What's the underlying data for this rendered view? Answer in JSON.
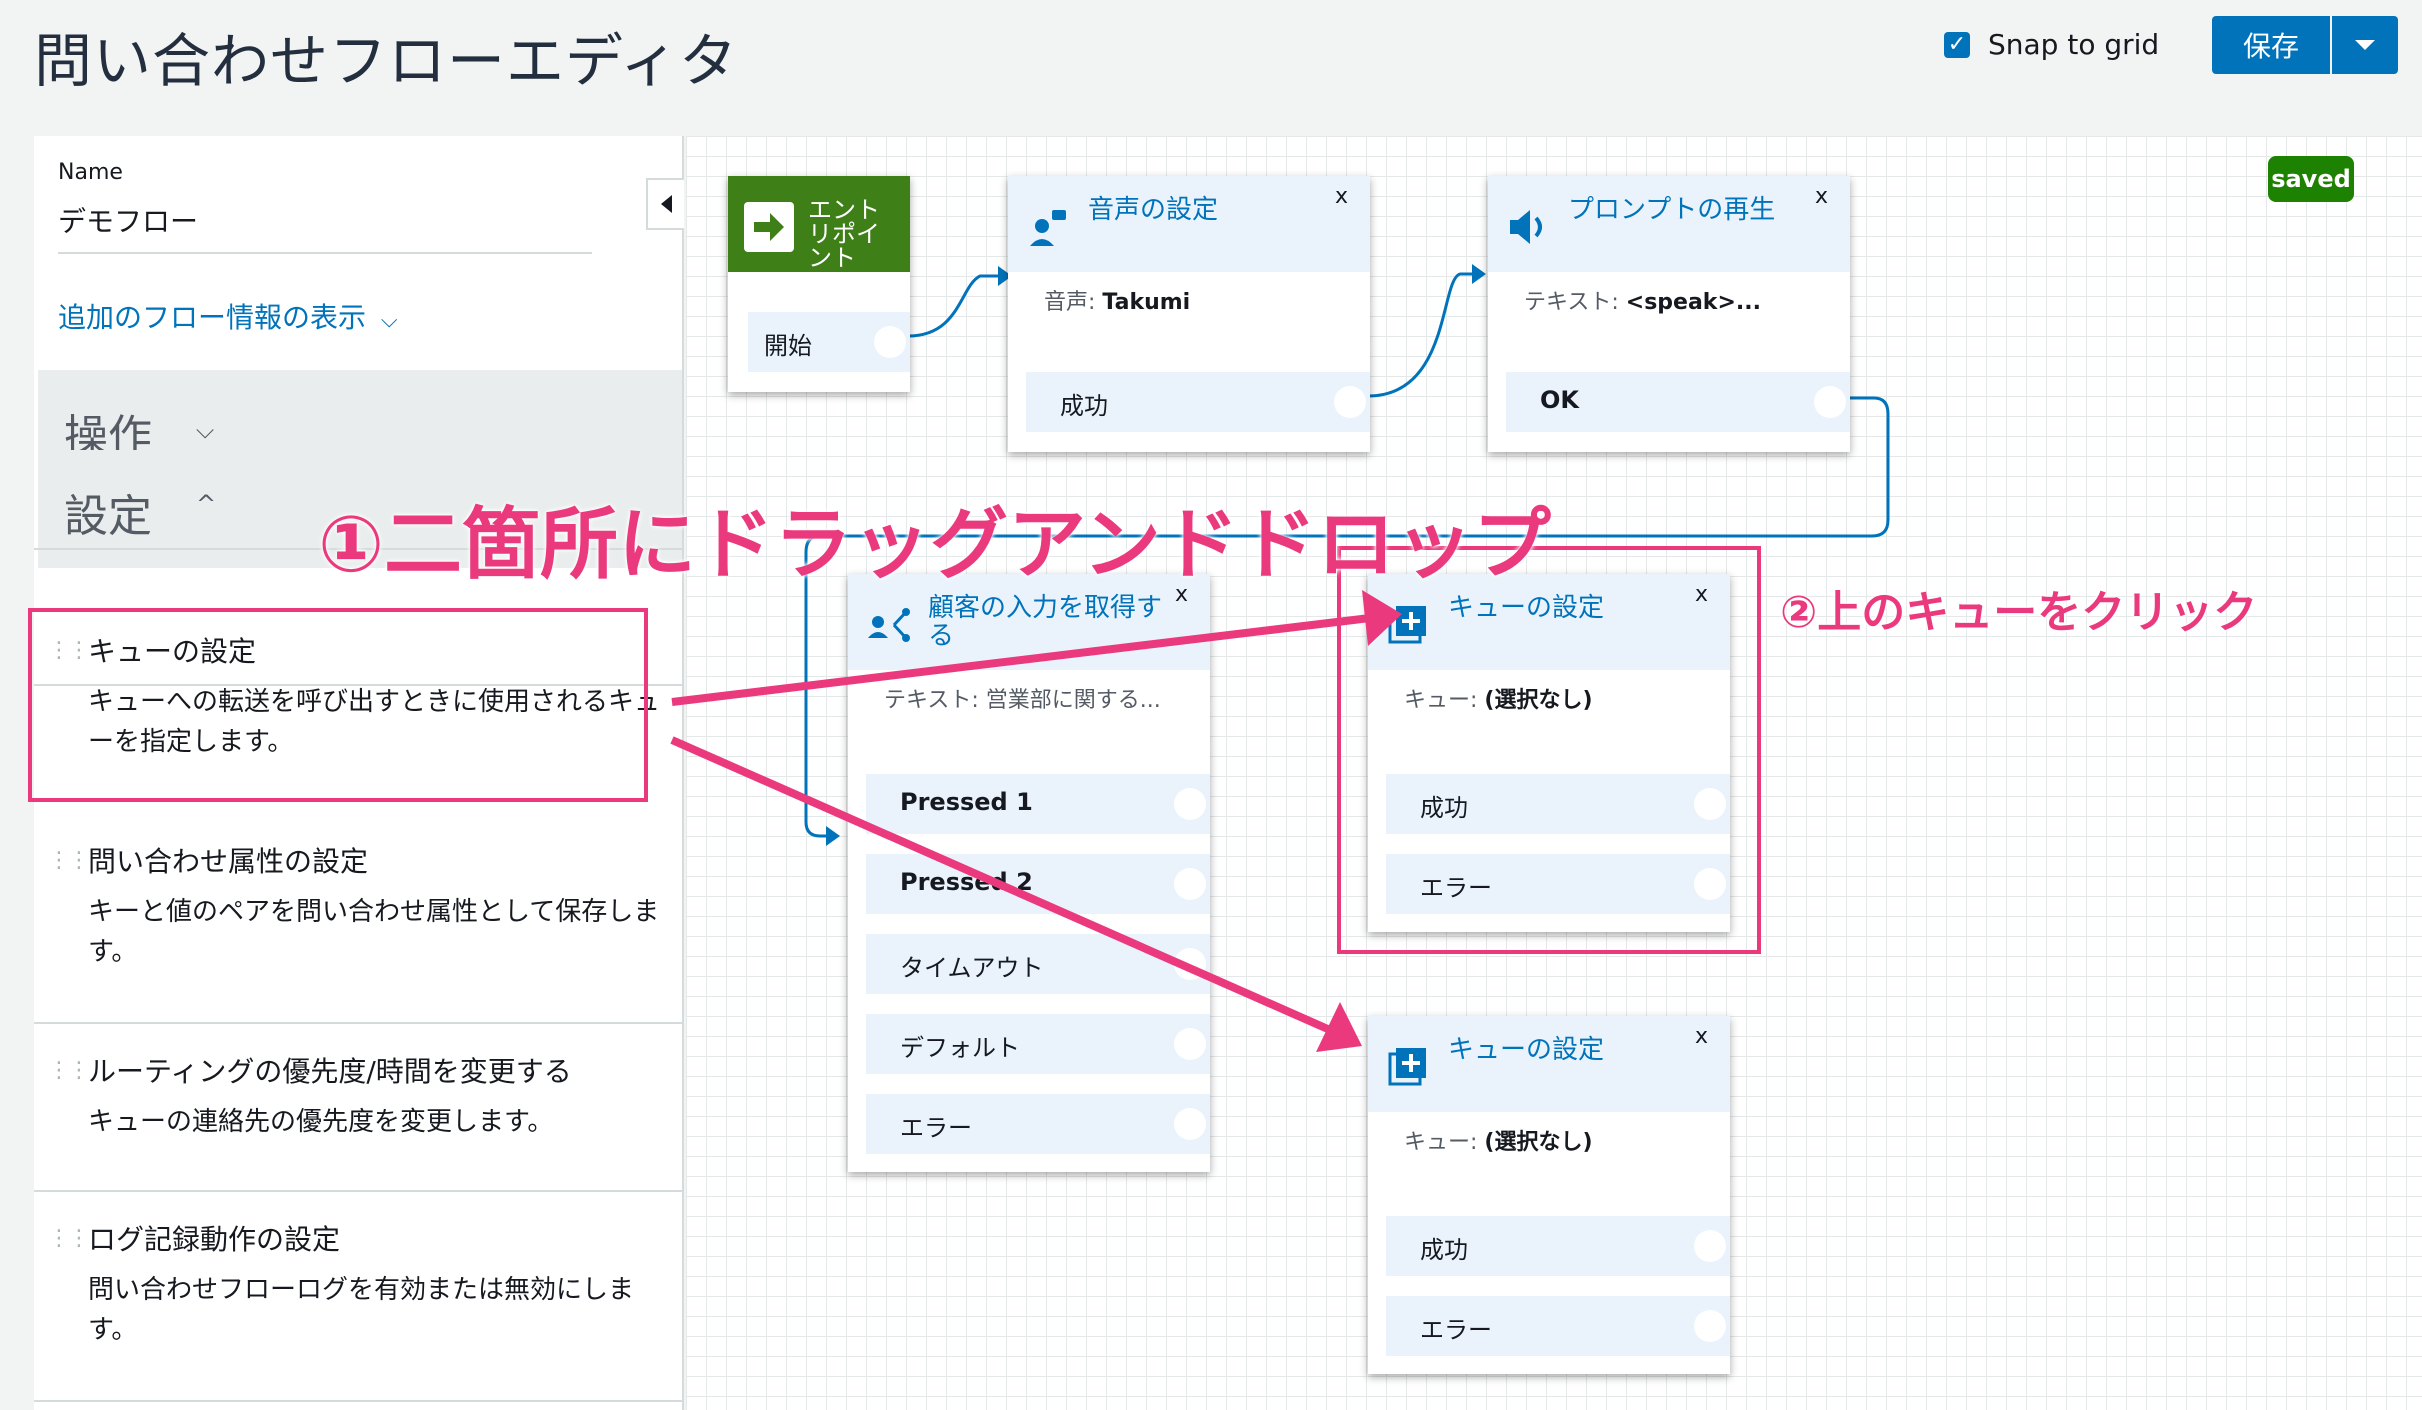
{
  "header": {
    "title": "問い合わせフローエディタ",
    "snap_label": "Snap to grid",
    "save_label": "保存"
  },
  "panel": {
    "name_label": "Name",
    "name_value": "デモフロー",
    "more_info_link": "追加のフロー情報の表示",
    "section_operations": "操作",
    "section_settings": "設定",
    "items": [
      {
        "title": "キューの設定",
        "desc": "キューへの転送を呼び出すときに使用されるキューを指定します。"
      },
      {
        "title": "問い合わせ属性の設定",
        "desc": "キーと値のペアを問い合わせ属性として保存します。"
      },
      {
        "title": "ルーティングの優先度/時間を変更する",
        "desc": "キューの連絡先の優先度を変更します。"
      },
      {
        "title": "ログ記録動作の設定",
        "desc": "問い合わせフローログを有効または無効にします。"
      }
    ]
  },
  "canvas": {
    "saved_badge": "saved",
    "entry": {
      "title": "エントリポイント",
      "branch": "開始"
    },
    "voice": {
      "title": "音声の設定",
      "param_label": "音声:",
      "param_value": "Takumi",
      "branch": "成功"
    },
    "prompt": {
      "title": "プロンプトの再生",
      "param_label": "テキスト:",
      "param_value": "<speak>...",
      "branch": "OK"
    },
    "input": {
      "title": "顧客の入力を取得する",
      "param_label": "テキスト:",
      "param_value": "営業部に関する...",
      "branches": [
        "Pressed 1",
        "Pressed 2",
        "タイムアウト",
        "デフォルト",
        "エラー"
      ]
    },
    "queue1": {
      "title": "キューの設定",
      "param_label": "キュー:",
      "param_value": "(選択なし)",
      "branches": [
        "成功",
        "エラー"
      ]
    },
    "queue2": {
      "title": "キューの設定",
      "param_label": "キュー:",
      "param_value": "(選択なし)",
      "branches": [
        "成功",
        "エラー"
      ]
    },
    "close_label": "x"
  },
  "annotations": {
    "step1": "①二箇所にドラッグアンドドロップ",
    "step2": "②上のキューをクリック"
  },
  "colors": {
    "accent": "#0073bb",
    "annotation": "#ea3a7d",
    "entry": "#3f7f17",
    "saved": "#1d8102"
  }
}
